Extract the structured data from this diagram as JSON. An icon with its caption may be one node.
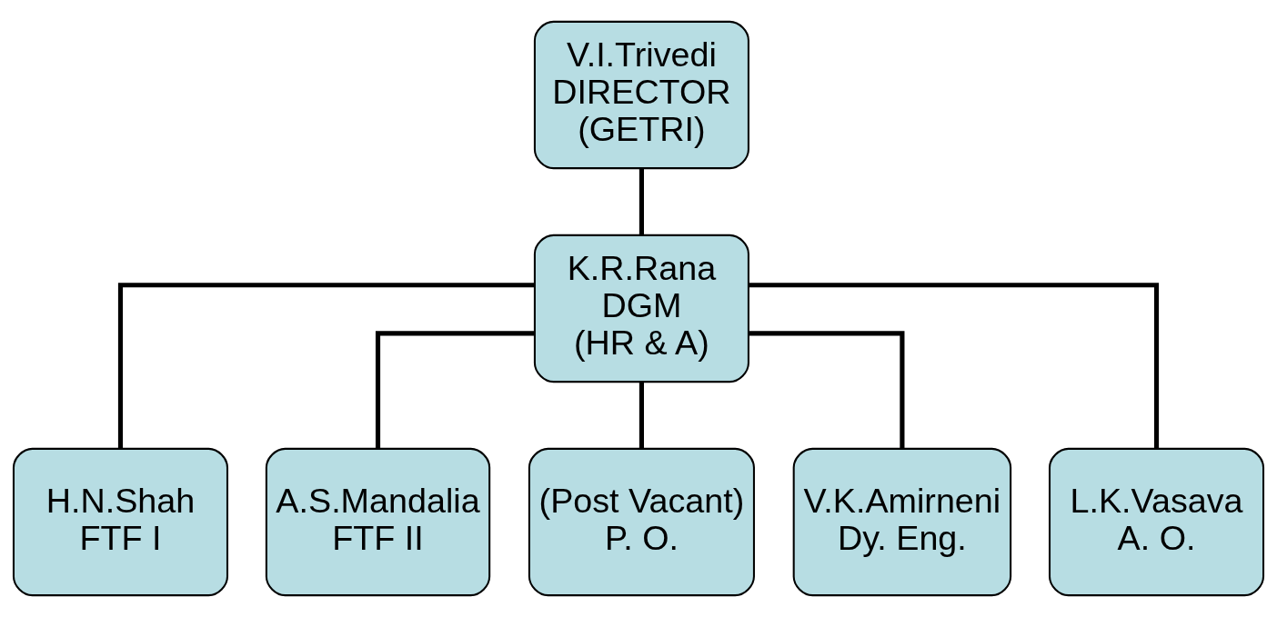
{
  "diagram": {
    "nodes": [
      {
        "text": [
          "V.I.Trivedi",
          "DIRECTOR",
          "(GETRI)"
        ]
      },
      {
        "text": [
          "K.R.Rana",
          "DGM",
          "(HR & A)"
        ]
      },
      {
        "text": [
          "H.N.Shah",
          "FTF I"
        ]
      },
      {
        "text": [
          "A.S.Mandalia",
          "FTF II"
        ]
      },
      {
        "text": [
          "(Post Vacant)",
          "P. O."
        ]
      },
      {
        "text": [
          "V.K.Amirneni",
          "Dy. Eng."
        ]
      },
      {
        "text": [
          "L.K.Vasava",
          "A. O."
        ]
      }
    ],
    "edges": [
      {
        "from": 0,
        "to": 1,
        "arrow": "none"
      },
      {
        "from": 1,
        "to": 2,
        "arrow": "none"
      },
      {
        "from": 1,
        "to": 3,
        "arrow": "none"
      },
      {
        "from": 1,
        "to": 4,
        "arrow": "none"
      },
      {
        "from": 1,
        "to": 5,
        "arrow": "none"
      },
      {
        "from": 1,
        "to": 6,
        "arrow": "none"
      }
    ]
  }
}
